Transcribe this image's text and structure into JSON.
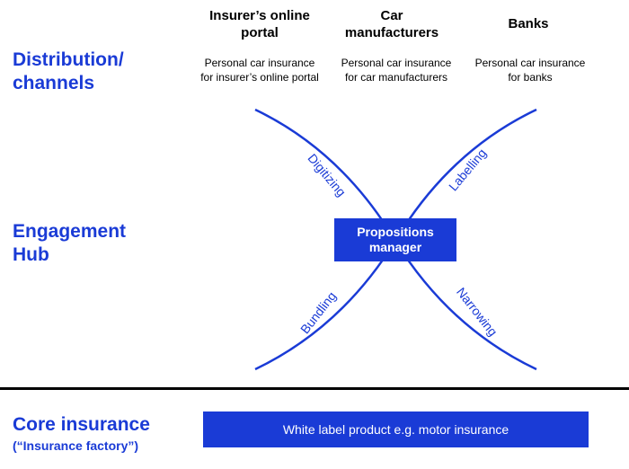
{
  "layers": {
    "distribution": "Distribution/\nchannels",
    "engagement": "Engagement\nHub",
    "core": "Core insurance",
    "core_sub": "(“Insurance factory”)"
  },
  "channels": [
    {
      "heading": "Insurer’s online\nportal",
      "description": "Personal car insurance\nfor insurer’s online portal"
    },
    {
      "heading": "Car\nmanufacturers",
      "description": "Personal car insurance\nfor car manufacturers"
    },
    {
      "heading": "Banks",
      "description": "Personal car insurance\nfor banks"
    }
  ],
  "hub": {
    "center": "Propositions\nmanager",
    "arms": {
      "top_left": "Digitizing",
      "top_right": "Labelling",
      "bottom_left": "Bundling",
      "bottom_right": "Narrowing"
    }
  },
  "core_product": "White label product e.g. motor insurance",
  "colors": {
    "accent": "#1a3bd6",
    "text": "#000000",
    "background": "#ffffff"
  }
}
